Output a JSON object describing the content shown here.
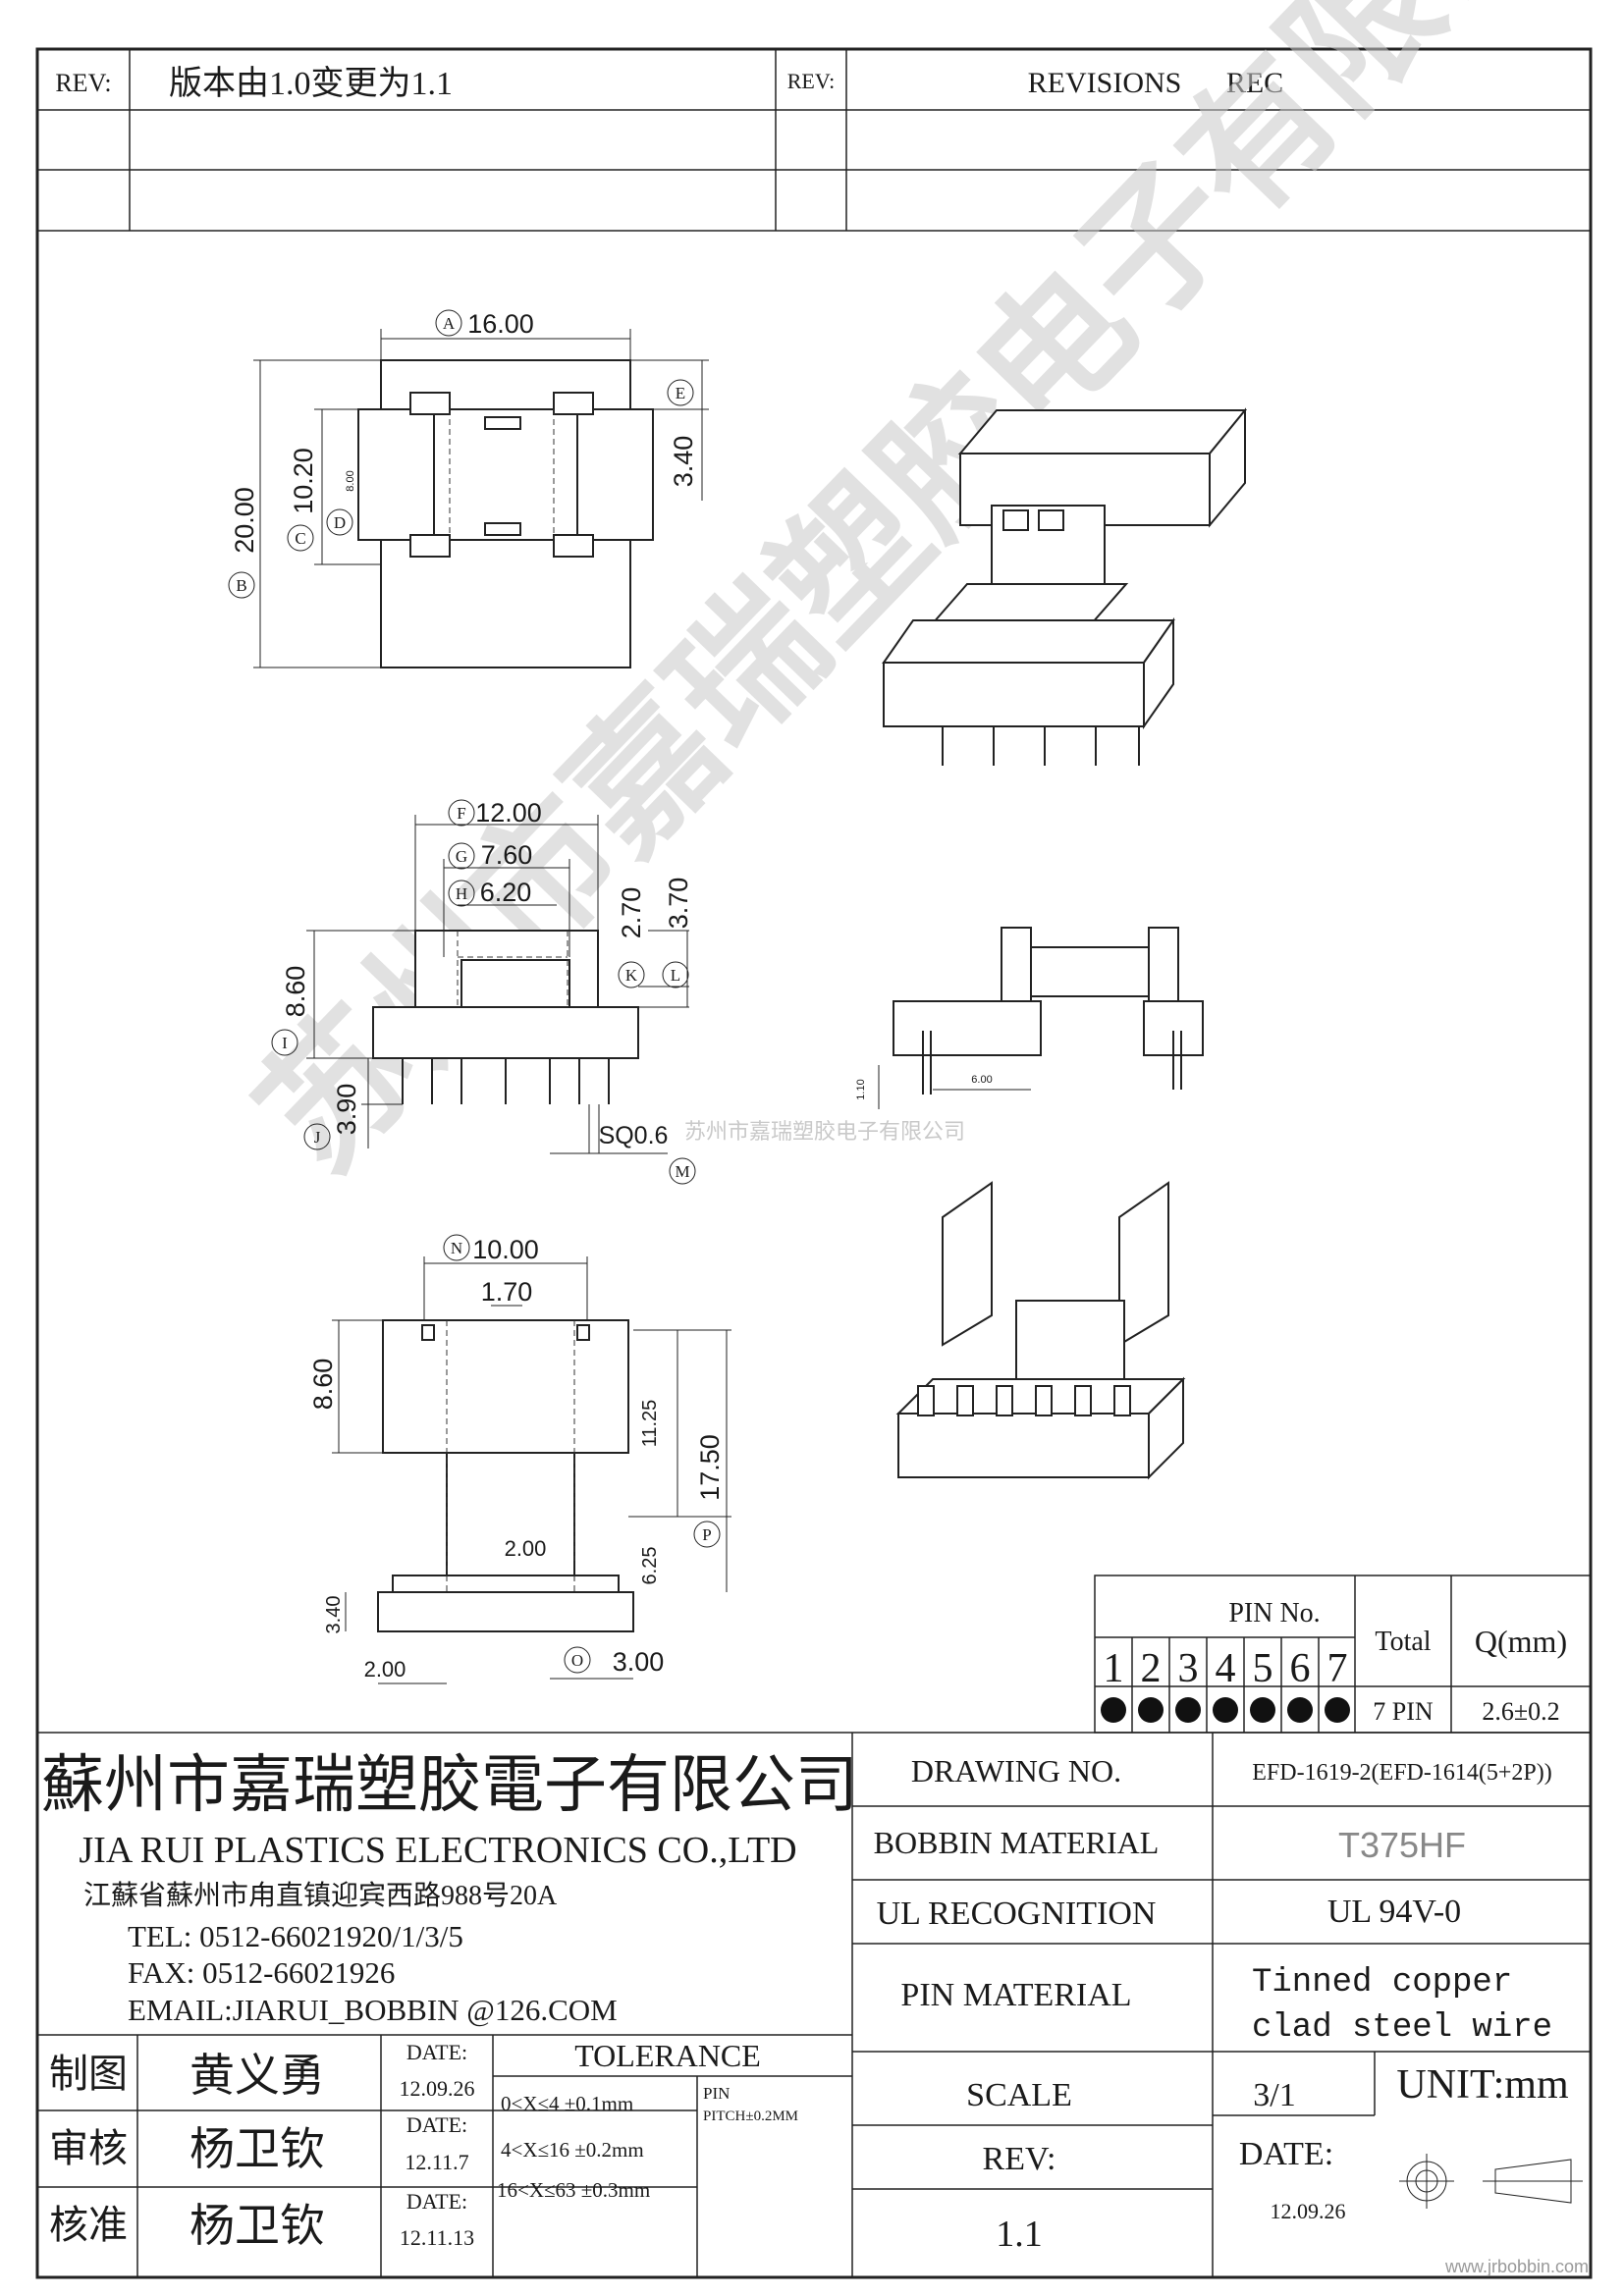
{
  "revision_block": {
    "rev_label": "REV:",
    "rev_note": "版本由1.0变更为1.1",
    "rev_label_2": "REV:",
    "revisions_label": "REVISIONS",
    "rec_label": "REC"
  },
  "top_view": {
    "dims": [
      "16.00",
      "20.00",
      "10.20",
      "8.00",
      "3.40"
    ],
    "callouts": [
      "A",
      "B",
      "C",
      "D",
      "E"
    ]
  },
  "front_view": {
    "dims": [
      "12.00",
      "7.60",
      "6.20",
      "2.70",
      "3.70",
      "8.60",
      "3.90",
      "SQ0.6"
    ],
    "callouts": [
      "F",
      "G",
      "H",
      "I",
      "J",
      "K",
      "L",
      "M"
    ]
  },
  "side_view": {
    "dims": [
      "1.10",
      "6.00"
    ]
  },
  "bottom_view": {
    "dims": [
      "10.00",
      "1.70",
      "8.60",
      "11.25",
      "17.50",
      "2.00",
      "6.25",
      "3.40",
      "2.00",
      "3.00"
    ],
    "callouts": [
      "N",
      "P",
      "O"
    ]
  },
  "watermark": {
    "diagonal_text": "苏州市嘉瑞塑胶电子有限公司",
    "center_text": "苏州市嘉瑞塑胶电子有限公司",
    "footer_url": "www.jrbobbin.com"
  },
  "pin_table": {
    "header": "PIN No.",
    "pins": [
      "1",
      "2",
      "3",
      "4",
      "5",
      "6",
      "7"
    ],
    "total_label": "Total",
    "q_label": "Q(mm)",
    "total_value": "7 PIN",
    "q_value": "2.6±0.2"
  },
  "company": {
    "name_cn": "蘇州市嘉瑞塑胶電子有限公司",
    "name_en": "JIA RUI PLASTICS ELECTRONICS CO.,LTD",
    "address": "江蘇省蘇州市甪直镇迎宾西路988号20A",
    "tel": "TEL: 0512-66021920/1/3/5",
    "fax": "FAX: 0512-66021926",
    "email": "EMAIL:JIARUI_BOBBIN @126.COM"
  },
  "signoff": [
    {
      "role": "制图",
      "name": "黄义勇",
      "date_label": "DATE:",
      "date": "12.09.26"
    },
    {
      "role": "审核",
      "name": "杨卫钦",
      "date_label": "DATE:",
      "date": "12.11.7"
    },
    {
      "role": "核准",
      "name": "杨卫钦",
      "date_label": "DATE:",
      "date": "12.11.13"
    }
  ],
  "tolerance": {
    "label": "TOLERANCE",
    "rows": [
      "0<X≤4 ±0.1mm",
      "4<X≤16 ±0.2mm",
      "16<X≤63 ±0.3mm"
    ],
    "pin_label": "PIN",
    "pin_pitch": "PITCH±0.2MM"
  },
  "spec": {
    "drawing_no_label": "DRAWING NO.",
    "drawing_no": "EFD-1619-2(EFD-1614(5+2P))",
    "bobbin_material_label": "BOBBIN MATERIAL",
    "bobbin_material": "T375HF",
    "ul_label": "UL RECOGNITION",
    "ul_value": "UL 94V-0",
    "pin_material_label": "PIN MATERIAL",
    "pin_material_1": "Tinned copper",
    "pin_material_2": "clad steel wire",
    "scale_label": "SCALE",
    "scale_value": "3/1",
    "unit": "UNIT:mm",
    "rev_label": "REV:",
    "rev_value": "1.1",
    "date_label": "DATE:",
    "date_value": "12.09.26"
  }
}
